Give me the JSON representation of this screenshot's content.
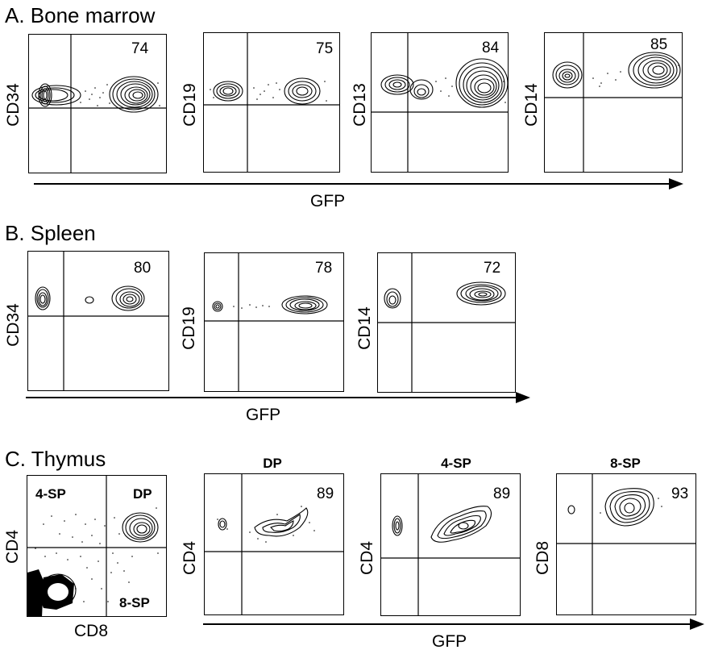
{
  "figure": {
    "sections": [
      {
        "title": "A. Bone marrow",
        "axis_label": "GFP",
        "panels": [
          {
            "y_label": "CD34",
            "value": "74"
          },
          {
            "y_label": "CD19",
            "value": "75"
          },
          {
            "y_label": "CD13",
            "value": "84"
          },
          {
            "y_label": "CD14",
            "value": "85"
          }
        ]
      },
      {
        "title": "B. Spleen",
        "axis_label": "GFP",
        "panels": [
          {
            "y_label": "CD34",
            "value": "80"
          },
          {
            "y_label": "CD19",
            "value": "78"
          },
          {
            "y_label": "CD14",
            "value": "72"
          }
        ]
      },
      {
        "title": "C. Thymus",
        "axis_label": "GFP",
        "gating_panel": {
          "y_label": "CD4",
          "x_label": "CD8",
          "gates": [
            "4-SP",
            "DP",
            "8-SP"
          ]
        },
        "panels": [
          {
            "title": "DP",
            "y_label": "CD4",
            "value": "89"
          },
          {
            "title": "4-SP",
            "y_label": "CD4",
            "value": "89"
          },
          {
            "title": "8-SP",
            "y_label": "CD8",
            "value": "93"
          }
        ]
      }
    ]
  }
}
